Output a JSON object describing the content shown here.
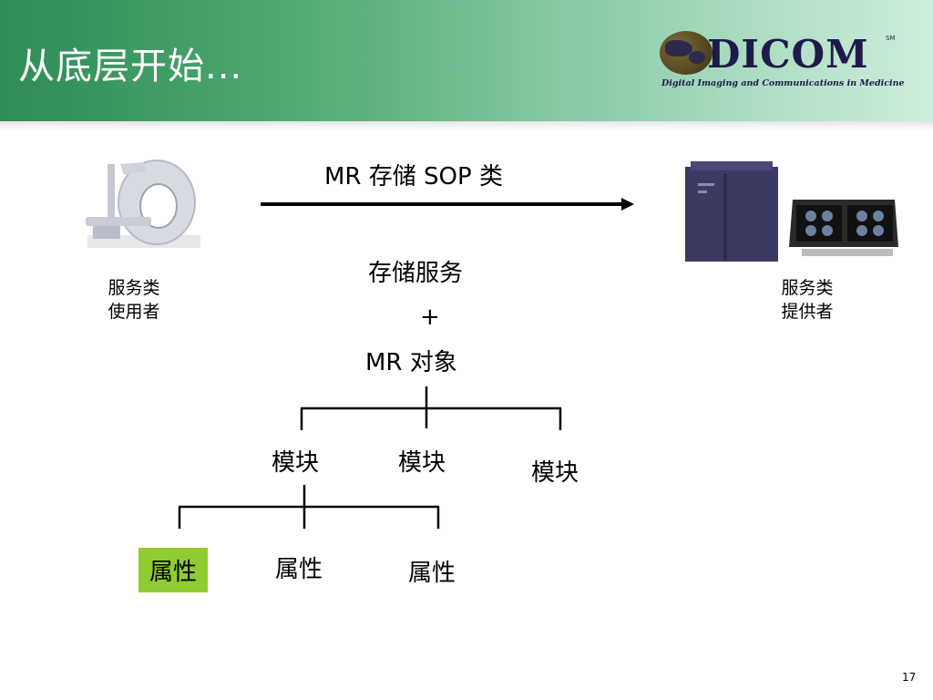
{
  "slide": {
    "title": "从底层开始...",
    "page_number": "17"
  },
  "logo": {
    "word": "DICOM",
    "mark": "SM",
    "tagline": "Digital Imaging and Communications in Medicine"
  },
  "diagram": {
    "arrow_label": "MR 存储 SOP 类",
    "service": "存储服务",
    "plus": "+",
    "object": "MR 对象",
    "left_label": [
      "服务类",
      "使用者"
    ],
    "right_label": [
      "服务类",
      "提供者"
    ],
    "modules": [
      "模块",
      "模块",
      "模块"
    ],
    "attributes": [
      "属性",
      "属性",
      "属性"
    ]
  },
  "colors": {
    "header_start": "#2f8c57",
    "header_end": "#cfeedd",
    "highlight": "#8fcc33"
  },
  "icons": {
    "user_device": "mri-scanner-image",
    "provider_device": "storage-server-and-workstation-image"
  }
}
